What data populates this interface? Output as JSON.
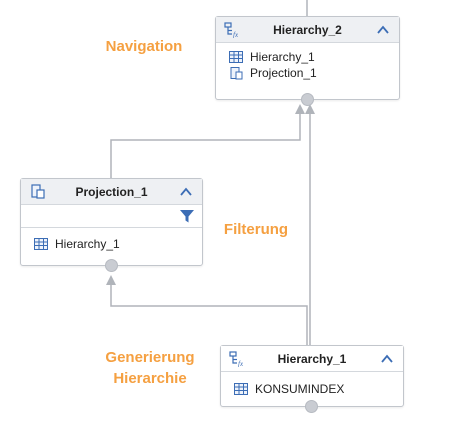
{
  "nodes": {
    "hierarchy2": {
      "title": "Hierarchy_2",
      "inputs": [
        "Hierarchy_1",
        "Projection_1"
      ]
    },
    "projection1": {
      "title": "Projection_1",
      "inputs": [
        "Hierarchy_1"
      ]
    },
    "hierarchy1": {
      "title": "Hierarchy_1",
      "inputs": [
        "KONSUMINDEX"
      ]
    }
  },
  "annotations": {
    "navigation": "Navigation",
    "filtering": "Filterung",
    "generation_line1": "Generierung",
    "generation_line2": "Hierarchie"
  },
  "colors": {
    "annotation": "#f5a041",
    "icon_blue": "#3c6db5",
    "connector": "#b0b4ba",
    "port": "#c9ccd2"
  },
  "icons": {
    "hierarchy_node": "hierarchy-fx-icon",
    "projection_node": "projection-icon",
    "table_input": "table-icon",
    "filter": "filter-funnel-icon",
    "collapse": "chevron-up-icon"
  }
}
